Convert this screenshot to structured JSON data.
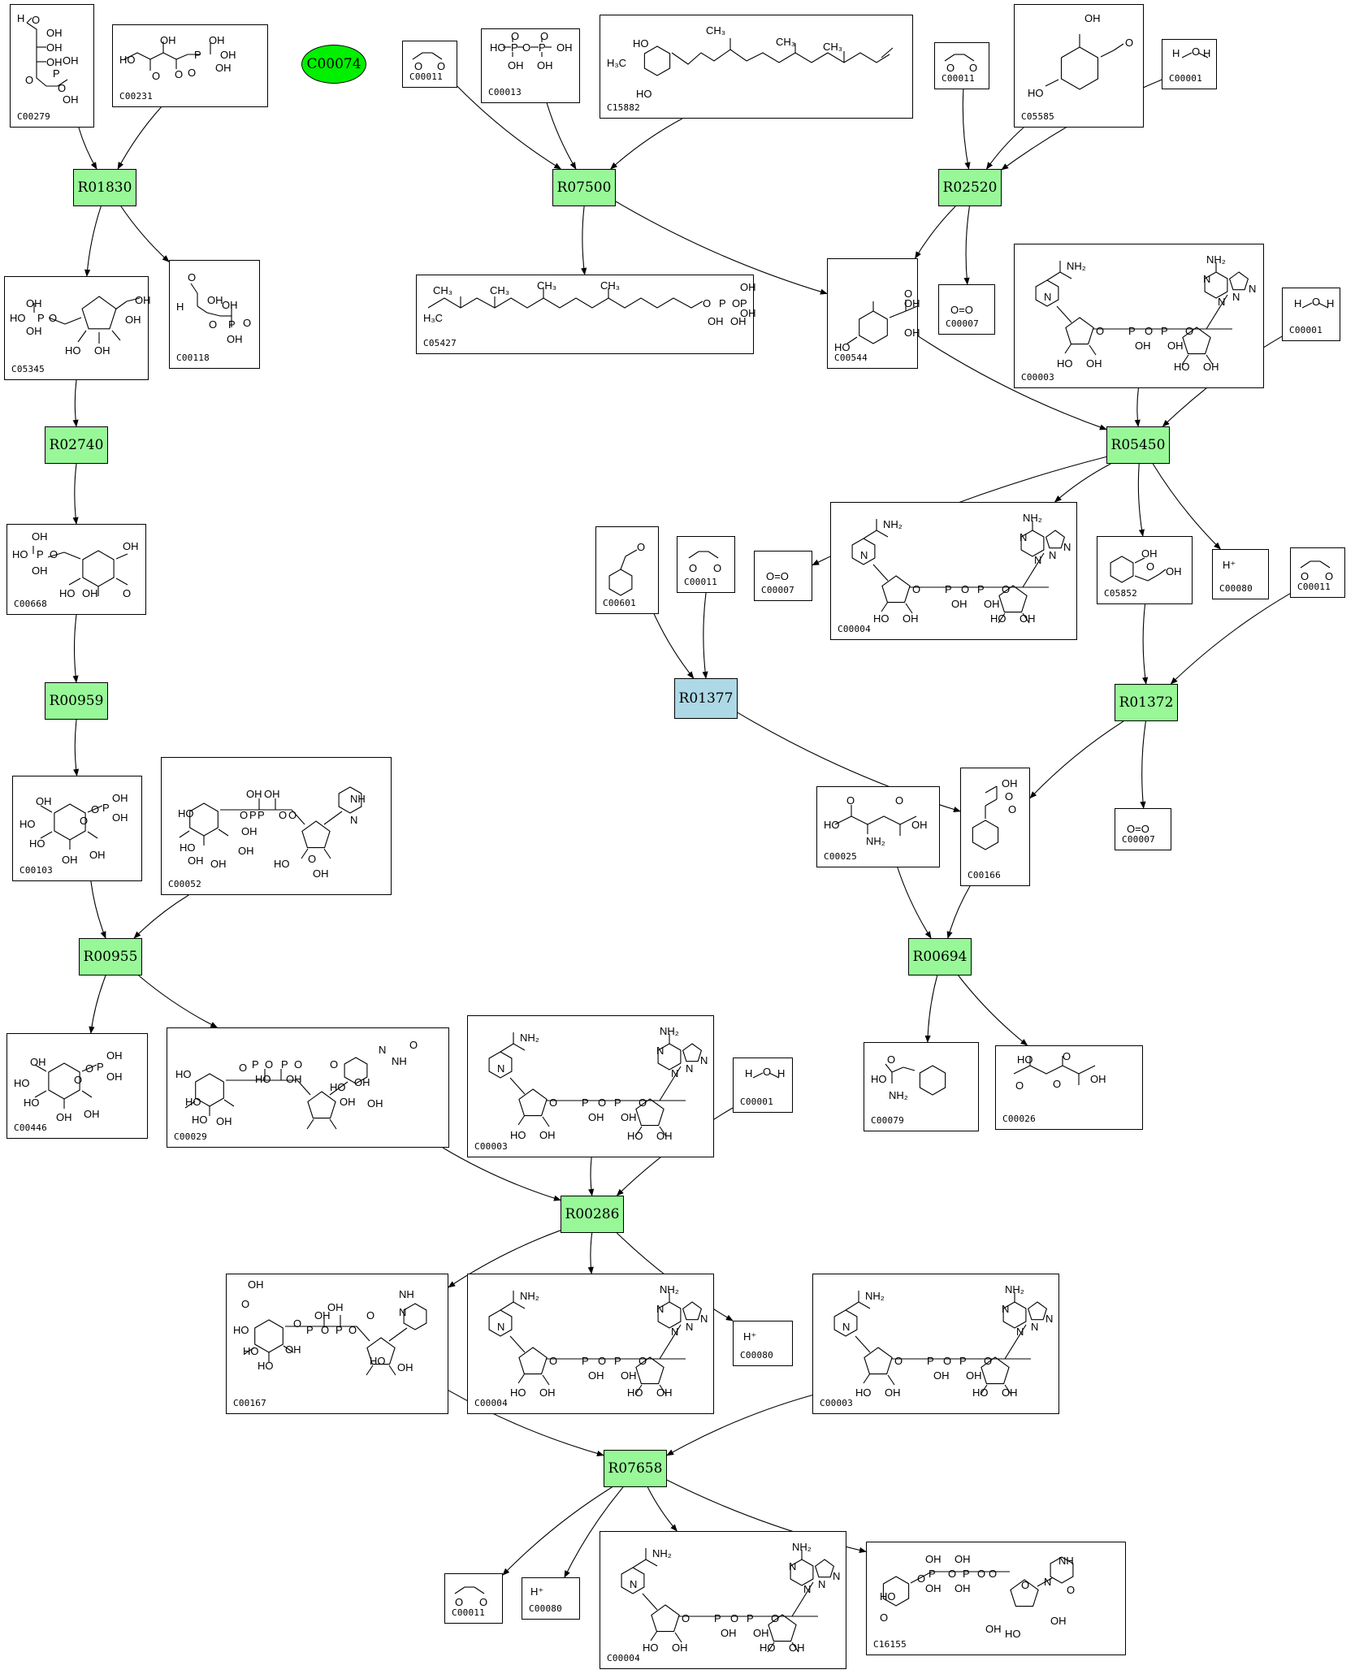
{
  "colors": {
    "reaction_default": "#98f898",
    "reaction_highlight": "#add8e6",
    "start_compound": "#00f000"
  },
  "start_compound": {
    "id": "C00074"
  },
  "reactions": [
    {
      "id": "R01830",
      "state": "default"
    },
    {
      "id": "R07500",
      "state": "default"
    },
    {
      "id": "R02520",
      "state": "default"
    },
    {
      "id": "R02740",
      "state": "default"
    },
    {
      "id": "R05450",
      "state": "default"
    },
    {
      "id": "R00959",
      "state": "default"
    },
    {
      "id": "R01377",
      "state": "highlight"
    },
    {
      "id": "R01372",
      "state": "default"
    },
    {
      "id": "R00955",
      "state": "default"
    },
    {
      "id": "R00694",
      "state": "default"
    },
    {
      "id": "R00286",
      "state": "default"
    },
    {
      "id": "R07658",
      "state": "default"
    }
  ],
  "compounds": [
    {
      "key": "c00279",
      "id": "C00279",
      "atoms": [
        "H",
        "O",
        "OH",
        "OH",
        "OH",
        "O",
        "P",
        "O",
        "OH",
        "OH"
      ]
    },
    {
      "key": "c00231",
      "id": "C00231",
      "atoms": [
        "HO",
        "O",
        "OH",
        "O",
        "P",
        "OH",
        "OH",
        "O",
        "OH"
      ]
    },
    {
      "key": "c00011a",
      "id": "C00011",
      "atoms": [
        "O",
        "O"
      ]
    },
    {
      "key": "c00013",
      "id": "C00013",
      "atoms": [
        "HO",
        "P",
        "O",
        "P",
        "OH",
        "OH",
        "OH",
        "O",
        "O"
      ]
    },
    {
      "key": "c15882",
      "id": "C15882",
      "atoms": [
        "HO",
        "H₃C",
        "CH₃",
        "CH₃",
        "CH₃",
        "HO"
      ]
    },
    {
      "key": "c00011b",
      "id": "C00011",
      "atoms": [
        "O",
        "O"
      ]
    },
    {
      "key": "c05585",
      "id": "C05585",
      "atoms": [
        "OH",
        "O",
        "HO"
      ]
    },
    {
      "key": "c00001a",
      "id": "C00001",
      "atoms": [
        "H",
        "O",
        "H"
      ]
    },
    {
      "key": "c05345",
      "id": "C05345",
      "atoms": [
        "HO",
        "P",
        "O",
        "OH",
        "OH",
        "OH",
        "OH",
        "HO",
        "OH"
      ]
    },
    {
      "key": "c00118",
      "id": "C00118",
      "atoms": [
        "O",
        "H",
        "OH",
        "O",
        "P",
        "OH",
        "OH",
        "O"
      ]
    },
    {
      "key": "c05427",
      "id": "C05427",
      "atoms": [
        "CH₃",
        "CH₃",
        "CH₃",
        "CH₃",
        "H₃C",
        "O",
        "P",
        "O",
        "P",
        "OH",
        "OH",
        "OH",
        "OH"
      ]
    },
    {
      "key": "c00544",
      "id": "C00544",
      "atoms": [
        "OH",
        "OH",
        "HO",
        "O"
      ]
    },
    {
      "key": "c00007a",
      "id": "C00007",
      "atoms": [
        "O=O"
      ]
    },
    {
      "key": "c00003a",
      "id": "C00003",
      "atoms": [
        "NH₂",
        "NH₂",
        "N",
        "N",
        "N",
        "N",
        "N",
        "O",
        "P",
        "O",
        "P",
        "O",
        "OH",
        "OH",
        "HO",
        "OH",
        "HO",
        "OH"
      ]
    },
    {
      "key": "c00001b",
      "id": "C00001",
      "atoms": [
        "H",
        "O",
        "H"
      ]
    },
    {
      "key": "c00668",
      "id": "C00668",
      "atoms": [
        "HO",
        "P",
        "O",
        "OH",
        "OH",
        "HO",
        "OH",
        "OH",
        "O"
      ]
    },
    {
      "key": "c00601",
      "id": "C00601",
      "atoms": [
        "O"
      ]
    },
    {
      "key": "c00011c",
      "id": "C00011",
      "atoms": [
        "O",
        "O"
      ]
    },
    {
      "key": "c00007b",
      "id": "C00007",
      "atoms": [
        "O=O"
      ]
    },
    {
      "key": "c00004a",
      "id": "C00004",
      "atoms": [
        "NH₂",
        "NH₂",
        "N",
        "N",
        "N",
        "N",
        "N",
        "O",
        "P",
        "O",
        "P",
        "O",
        "OH",
        "OH",
        "HO",
        "OH",
        "HO",
        "OH"
      ]
    },
    {
      "key": "c05852",
      "id": "C05852",
      "atoms": [
        "OH",
        "OH",
        "O"
      ]
    },
    {
      "key": "c00080a",
      "id": "C00080",
      "atoms": [
        "H⁺"
      ]
    },
    {
      "key": "c00011d",
      "id": "C00011",
      "atoms": [
        "O",
        "O"
      ]
    },
    {
      "key": "c00103",
      "id": "C00103",
      "atoms": [
        "OH",
        "O",
        "P",
        "OH",
        "OH",
        "HO",
        "HO",
        "OH",
        "OH",
        "O"
      ]
    },
    {
      "key": "c00052",
      "id": "C00052",
      "atoms": [
        "OH",
        "OH",
        "O",
        "P",
        "O",
        "P",
        "O",
        "HO",
        "HO",
        "OH",
        "OH",
        "OH",
        "OH",
        "O",
        "N",
        "NH",
        "HO",
        "OH"
      ]
    },
    {
      "key": "c00025",
      "id": "C00025",
      "atoms": [
        "HO",
        "O",
        "OH",
        "O",
        "NH₂"
      ]
    },
    {
      "key": "c00166",
      "id": "C00166",
      "atoms": [
        "OH",
        "O",
        "O"
      ]
    },
    {
      "key": "c00007c",
      "id": "C00007",
      "atoms": [
        "O=O"
      ]
    },
    {
      "key": "c00446",
      "id": "C00446",
      "atoms": [
        "OH",
        "O",
        "P",
        "OH",
        "OH",
        "HO",
        "HO",
        "OH",
        "OH",
        "O"
      ]
    },
    {
      "key": "c00029",
      "id": "C00029",
      "atoms": [
        "HO",
        "HO",
        "HO",
        "OH",
        "O",
        "P",
        "O",
        "P",
        "O",
        "HO",
        "OH",
        "O",
        "N",
        "NH",
        "O",
        "HO",
        "OH",
        "OH",
        "OH"
      ]
    },
    {
      "key": "c00003b",
      "id": "C00003",
      "atoms": [
        "NH₂",
        "NH₂",
        "N",
        "N",
        "N",
        "N",
        "N",
        "O",
        "P",
        "O",
        "P",
        "O",
        "OH",
        "OH",
        "HO",
        "OH",
        "HO",
        "OH"
      ]
    },
    {
      "key": "c00001c",
      "id": "C00001",
      "atoms": [
        "H",
        "O",
        "H"
      ]
    },
    {
      "key": "c00079",
      "id": "C00079",
      "atoms": [
        "HO",
        "O",
        "NH₂"
      ]
    },
    {
      "key": "c00026",
      "id": "C00026",
      "atoms": [
        "HO",
        "O",
        "O",
        "OH",
        "O"
      ]
    },
    {
      "key": "c00167",
      "id": "C00167",
      "atoms": [
        "OH",
        "O",
        "HO",
        "HO",
        "HO",
        "OH",
        "O",
        "OH",
        "OH",
        "P",
        "O",
        "P",
        "O",
        "O",
        "N",
        "NH",
        "HO",
        "OH"
      ]
    },
    {
      "key": "c00004b",
      "id": "C00004",
      "atoms": [
        "NH₂",
        "NH₂",
        "N",
        "N",
        "N",
        "N",
        "N",
        "O",
        "P",
        "O",
        "P",
        "O",
        "OH",
        "OH",
        "HO",
        "OH",
        "HO",
        "OH"
      ]
    },
    {
      "key": "c00080b",
      "id": "C00080",
      "atoms": [
        "H⁺"
      ]
    },
    {
      "key": "c00003c",
      "id": "C00003",
      "atoms": [
        "NH₂",
        "NH₂",
        "N",
        "N",
        "N",
        "N",
        "N",
        "O",
        "P",
        "O",
        "P",
        "O",
        "OH",
        "OH",
        "HO",
        "OH",
        "HO",
        "OH"
      ]
    },
    {
      "key": "c00011e",
      "id": "C00011",
      "atoms": [
        "O",
        "O"
      ]
    },
    {
      "key": "c00080c",
      "id": "C00080",
      "atoms": [
        "H⁺"
      ]
    },
    {
      "key": "c00004c",
      "id": "C00004",
      "atoms": [
        "NH₂",
        "NH₂",
        "N",
        "N",
        "N",
        "N",
        "N",
        "O",
        "P",
        "O",
        "P",
        "O",
        "OH",
        "OH",
        "HO",
        "OH",
        "HO",
        "OH"
      ]
    },
    {
      "key": "c16155",
      "id": "C16155",
      "atoms": [
        "O",
        "O",
        "P",
        "O",
        "P",
        "O",
        "OH",
        "OH",
        "OH",
        "OH",
        "O",
        "O",
        "N",
        "NH",
        "O",
        "HO",
        "OH",
        "HO",
        "OH"
      ]
    }
  ],
  "edges": [
    [
      "c00279",
      "R01830"
    ],
    [
      "c00231",
      "R01830"
    ],
    [
      "R01830",
      "c05345"
    ],
    [
      "R01830",
      "c00118"
    ],
    [
      "c05345",
      "R02740"
    ],
    [
      "R02740",
      "c00668"
    ],
    [
      "c00668",
      "R00959"
    ],
    [
      "R00959",
      "c00103"
    ],
    [
      "c00103",
      "R00955"
    ],
    [
      "c00052",
      "R00955"
    ],
    [
      "R00955",
      "c00446"
    ],
    [
      "R00955",
      "c00029"
    ],
    [
      "c00011a",
      "R07500"
    ],
    [
      "c00013",
      "R07500"
    ],
    [
      "c15882",
      "R07500"
    ],
    [
      "R07500",
      "c05427"
    ],
    [
      "R07500",
      "c00544"
    ],
    [
      "c00011b",
      "R02520"
    ],
    [
      "c05585",
      "R02520"
    ],
    [
      "c00001a",
      "R02520"
    ],
    [
      "R02520",
      "c00544"
    ],
    [
      "R02520",
      "c00007a"
    ],
    [
      "c00544",
      "R05450"
    ],
    [
      "c00003a",
      "R05450"
    ],
    [
      "c00001b",
      "R05450"
    ],
    [
      "R05450",
      "c00007b"
    ],
    [
      "R05450",
      "c00004a"
    ],
    [
      "R05450",
      "c05852"
    ],
    [
      "R05450",
      "c00080a"
    ],
    [
      "c00601",
      "R01377"
    ],
    [
      "c00011c",
      "R01377"
    ],
    [
      "R01377",
      "c00166"
    ],
    [
      "c05852",
      "R01372"
    ],
    [
      "c00011d",
      "R01372"
    ],
    [
      "R01372",
      "c00166"
    ],
    [
      "R01372",
      "c00007c"
    ],
    [
      "c00025",
      "R00694"
    ],
    [
      "c00166",
      "R00694"
    ],
    [
      "R00694",
      "c00079"
    ],
    [
      "R00694",
      "c00026"
    ],
    [
      "c00029",
      "R00286"
    ],
    [
      "c00003b",
      "R00286"
    ],
    [
      "c00001c",
      "R00286"
    ],
    [
      "R00286",
      "c00167"
    ],
    [
      "R00286",
      "c00004b"
    ],
    [
      "R00286",
      "c00080b"
    ],
    [
      "c00167",
      "R07658"
    ],
    [
      "c00003c",
      "R07658"
    ],
    [
      "R07658",
      "c00011e"
    ],
    [
      "R07658",
      "c00080c"
    ],
    [
      "R07658",
      "c00004c"
    ],
    [
      "R07658",
      "c16155"
    ]
  ]
}
